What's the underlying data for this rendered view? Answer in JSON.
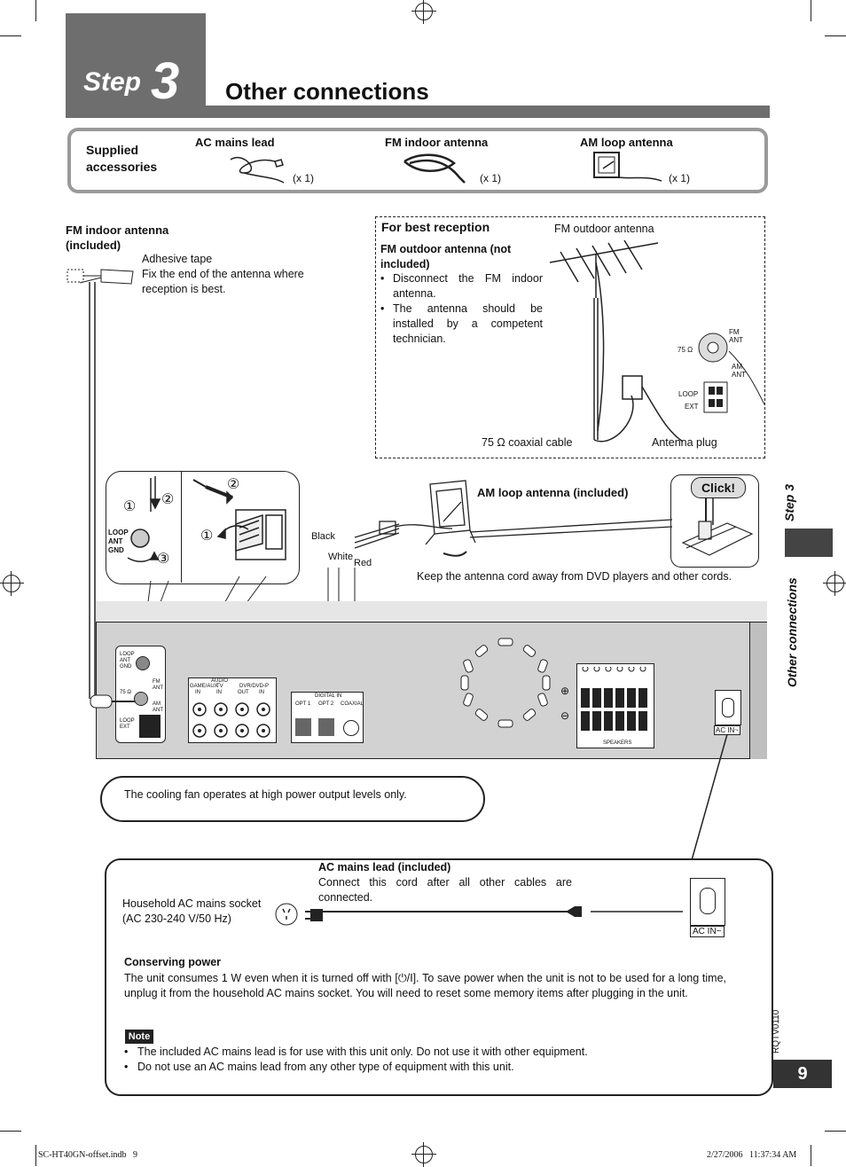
{
  "header": {
    "step_word": "Step",
    "step_number": "3",
    "title": "Other connections"
  },
  "accessories": {
    "heading": "Supplied accessories",
    "items": [
      {
        "label": "AC mains lead",
        "qty": "(x 1)",
        "icon": "ac-mains-lead-icon"
      },
      {
        "label": "FM indoor antenna",
        "qty": "(x 1)",
        "icon": "fm-indoor-antenna-icon"
      },
      {
        "label": "AM loop antenna",
        "qty": "(x 1)",
        "icon": "am-loop-antenna-icon"
      }
    ]
  },
  "fm_indoor": {
    "heading_line1": "FM indoor antenna",
    "heading_line2": "(included)",
    "tape_line1": "Adhesive tape",
    "tape_line2": "Fix the end of the antenna where",
    "tape_line3": "reception is best."
  },
  "best_reception": {
    "heading": "For best reception",
    "outdoor_heading_line1": "FM outdoor antenna (not",
    "outdoor_heading_line2": "included)",
    "bullets": [
      "Disconnect the FM indoor antenna.",
      "The antenna should be installed by a competent technician."
    ],
    "outdoor_antenna_label": "FM outdoor antenna",
    "coax_label": "75 Ω coaxial cable",
    "plug_label": "Antenna plug",
    "jack_75": "75 Ω",
    "jack_fm": "FM ANT",
    "jack_am": "AM ANT",
    "jack_loop": "LOOP",
    "jack_ext": "EXT"
  },
  "steps_detail": {
    "n1": "①",
    "n2": "②",
    "n3": "③",
    "knob_label_line1": "LOOP",
    "knob_label_line2": "ANT",
    "knob_label_line3": "GND"
  },
  "am_loop": {
    "label": "AM loop antenna (included)",
    "click": "Click!",
    "wire_black": "Black",
    "wire_white": "White",
    "wire_red": "Red",
    "note": "Keep the antenna cord away from DVD players and other cords."
  },
  "rear_panel": {
    "loop_ant_gnd": "LOOP ANT GND",
    "fm_ant": "FM ANT",
    "am_ant": "AM ANT",
    "ohm": "75 Ω",
    "loop_ext": "LOOP EXT",
    "audio": "AUDIO",
    "game_aux": "GAME/AUX",
    "tv": "TV",
    "dvr": "DVR/DVD-P",
    "in": "IN",
    "out": "OUT",
    "digital_in": "DIGITAL IN",
    "opt1": "OPT 1",
    "opt2": "OPT 2",
    "coaxial": "COAXIAL",
    "speakers": "SPEAKERS",
    "ac_in": "AC IN~",
    "plus": "⊕",
    "minus": "⊖"
  },
  "cooling": {
    "text": "The cooling fan operates at high power output levels only."
  },
  "mains": {
    "socket_line1": "Household AC mains socket",
    "socket_line2": "(AC 230-240 V/50 Hz)",
    "lead_heading": "AC mains lead (included)",
    "lead_text": "Connect this cord after all other cables are connected.",
    "ac_in": "AC IN~",
    "power_heading": "Conserving power",
    "power_text": "The unit consumes 1 W even when it is turned off with [⏻/I]. To save power when the unit is not to be used for a long time, unplug it from the household AC mains socket. You will need to reset some memory items after plugging in the unit.",
    "note_badge": "Note",
    "notes": [
      "The included AC mains lead is for use with this unit only. Do not use it with other equipment.",
      "Do not use an AC mains lead from any other type of equipment with this unit."
    ]
  },
  "side_tab": {
    "step": "Step 3",
    "section": "Other connections"
  },
  "page": {
    "number": "9",
    "code": "RQTV0110"
  },
  "footer": {
    "file": "SC-HT40GN-offset.indb   9",
    "timestamp": "2/27/2006   11:37:34 AM"
  }
}
